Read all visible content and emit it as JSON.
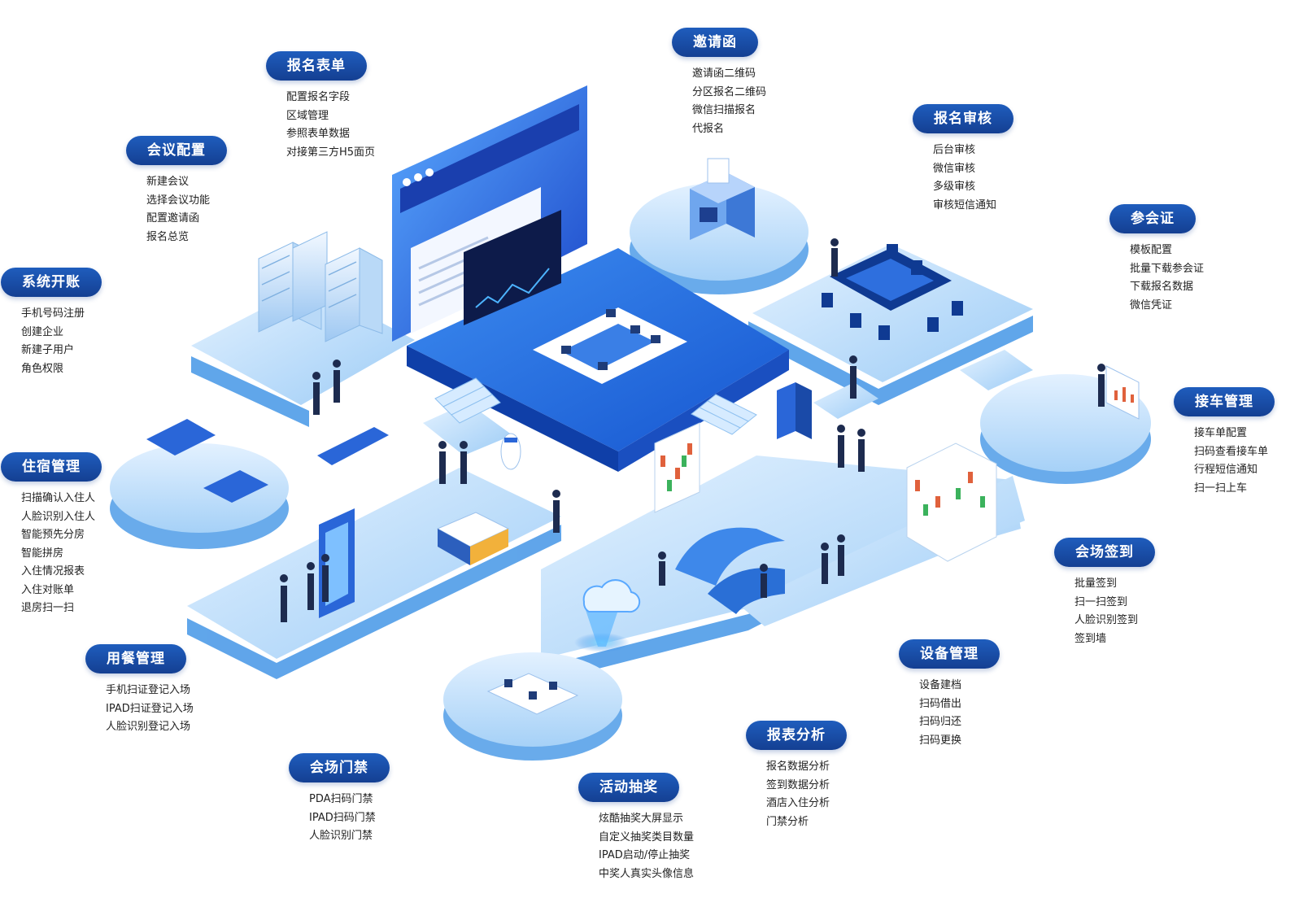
{
  "modules": [
    {
      "id": "invitation",
      "title": "邀请函",
      "items": [
        "邀请函二维码",
        "分区报名二维码",
        "微信扫描报名",
        "代报名"
      ]
    },
    {
      "id": "registration-form",
      "title": "报名表单",
      "items": [
        "配置报名字段",
        "区域管理",
        "参照表单数据",
        "对接第三方H5面页"
      ]
    },
    {
      "id": "meeting-config",
      "title": "会议配置",
      "items": [
        "新建会议",
        "选择会议功能",
        "配置邀请函",
        "报名总览"
      ]
    },
    {
      "id": "registration-review",
      "title": "报名审核",
      "items": [
        "后台审核",
        "微信审核",
        "多级审核",
        "审核短信通知"
      ]
    },
    {
      "id": "attendee-credential",
      "title": "参会证",
      "items": [
        "模板配置",
        "批量下载参会证",
        "下载报名数据",
        "微信凭证"
      ]
    },
    {
      "id": "account-setup",
      "title": "系统开账",
      "items": [
        "手机号码注册",
        "创建企业",
        "新建子用户",
        "角色权限"
      ]
    },
    {
      "id": "shuttle-management",
      "title": "接车管理",
      "items": [
        "接车单配置",
        "扫码查看接车单",
        "行程短信通知",
        "扫一扫上车"
      ]
    },
    {
      "id": "accommodation",
      "title": "住宿管理",
      "items": [
        "扫描确认入住人",
        "人脸识别入住人",
        "智能预先分房",
        "智能拼房",
        "入住情况报表",
        "入住对账单",
        "退房扫一扫"
      ]
    },
    {
      "id": "venue-checkin",
      "title": "会场签到",
      "items": [
        "批量签到",
        "扫一扫签到",
        "人脸识别签到",
        "签到墙"
      ]
    },
    {
      "id": "dining",
      "title": "用餐管理",
      "items": [
        "手机扫证登记入场",
        "IPAD扫证登记入场",
        "人脸识别登记入场"
      ]
    },
    {
      "id": "equipment",
      "title": "设备管理",
      "items": [
        "设备建档",
        "扫码借出",
        "扫码归还",
        "扫码更换"
      ]
    },
    {
      "id": "reports",
      "title": "报表分析",
      "items": [
        "报名数据分析",
        "签到数据分析",
        "酒店入住分析",
        "门禁分析"
      ]
    },
    {
      "id": "access-control",
      "title": "会场门禁",
      "items": [
        "PDA扫码门禁",
        "IPAD扫码门禁",
        "人脸识别门禁"
      ]
    },
    {
      "id": "lottery",
      "title": "活动抽奖",
      "items": [
        "炫酷抽奖大屏显示",
        "自定义抽奖类目数量",
        "IPAD启动/停止抽奖",
        "中奖人真实头像信息"
      ]
    }
  ]
}
